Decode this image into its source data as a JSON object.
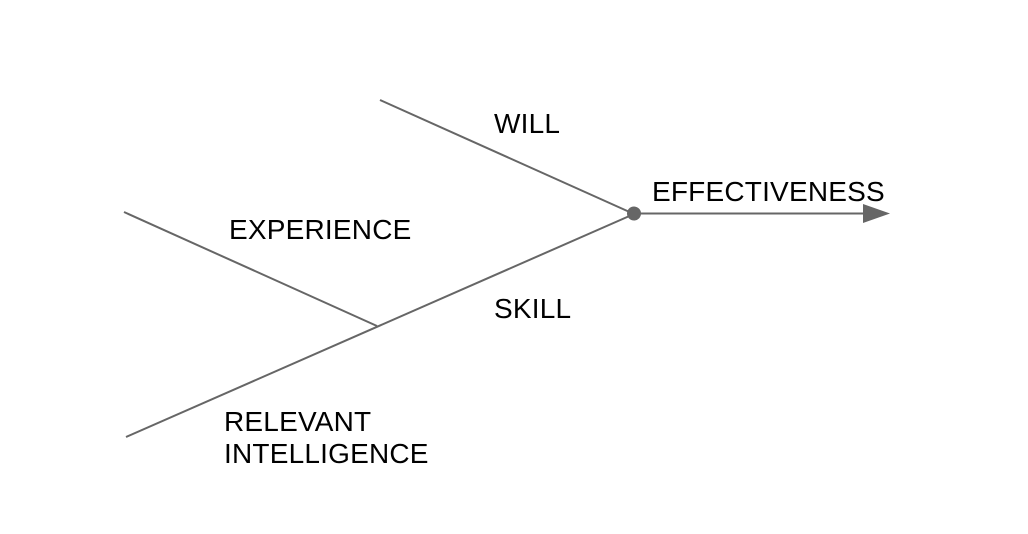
{
  "diagram": {
    "labels": {
      "will": "WILL",
      "effectiveness": "EFFECTIVENESS",
      "experience": "EXPERIENCE",
      "skill": "SKILL",
      "relevant_intelligence": "RELEVANT INTELLIGENCE"
    },
    "colors": {
      "line": "#666666",
      "node": "#666666",
      "text": "#000000",
      "background": "#ffffff"
    },
    "structure": {
      "type": "fishbone",
      "merges": [
        {
          "inputs": [
            "EXPERIENCE",
            "RELEVANT INTELLIGENCE"
          ],
          "output": "SKILL"
        },
        {
          "inputs": [
            "SKILL",
            "WILL"
          ],
          "output": "EFFECTIVENESS"
        }
      ]
    }
  }
}
